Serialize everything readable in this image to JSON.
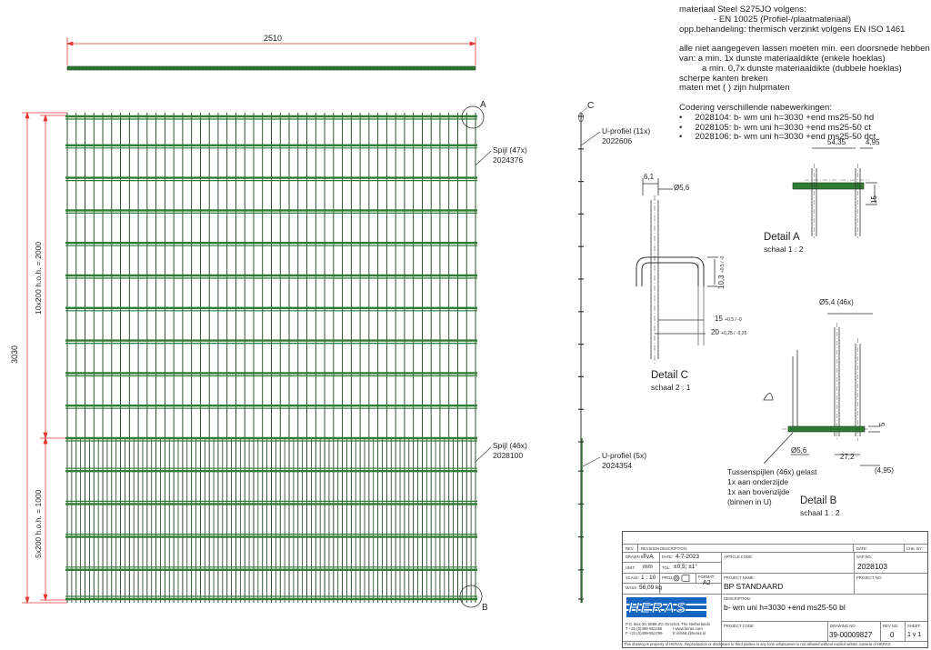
{
  "notes": {
    "lines": [
      "materiaal Steel S275JO volgens:",
      "- EN 10025 (Profiel-/plaatmateriaal)",
      "opp.behandeling: thermisch verzinkt volgens EN ISO 1461",
      "",
      "alle niet aangegeven lassen moeten min. een doorsnede hebben",
      "van:    a min. 1x dunste materiaaldikte (enkele hoeklas)",
      "a min. 0,7x dunste materiaaldikte (dubbele hoeklas)",
      "scherpe kanten breken",
      "maten met ( ) zijn hulpmaten",
      "",
      "Codering verschillende nabewerkingen:",
      "2028104: b- wm uni h=3030 +end ms25-50 hd",
      "2028105: b- wm uni h=3030 +end ms25-50 ct",
      "2028106: b- wm uni h=3030 +end ms25-50 dct"
    ],
    "bullet": "•"
  },
  "drawing": {
    "dim_width": "2510",
    "dim_height": "3030",
    "dim_upper": "10x200 h.o.h. = 2000",
    "dim_lower": "5x200 h.o.h. = 1000",
    "label_A": "A",
    "label_B": "B",
    "label_C": "C",
    "callout_spijl47": "Spijl (47x)",
    "code_spijl47": "2024376",
    "callout_spijl46": "Spijl (46x)",
    "code_spijl46": "2028100",
    "callout_uprofiel11": "U-profiel (11x)",
    "code_uprofiel11": "2022606",
    "callout_uprofiel5": "U-profiel (5x)",
    "code_uprofiel5": "2024354"
  },
  "detail_c": {
    "title": "Detail C",
    "scale": "schaal 2 : 1",
    "dim_61": "6,1",
    "dim_56": "Ø5,6",
    "dim_103": "10,3",
    "tol_103": "+0,5 / -0",
    "dim_15": "15",
    "tol_15": "+0,5 / -0",
    "dim_20": "20",
    "tol_20": "+0,25 / -0,25"
  },
  "detail_a": {
    "title": "Detail A",
    "scale": "schaal 1 : 2",
    "dim_5435": "54,35",
    "dim_495": "4,95",
    "dim_15": "15"
  },
  "detail_b": {
    "title": "Detail B",
    "scale": "schaal 1 : 2",
    "dim_54": "Ø5,4 (46x)",
    "dim_56": "Ø5,6",
    "dim_272": "27,2",
    "dim_495": "(4,95)",
    "dim_5": "5",
    "note1": "Tussenspijlen (46x) gelast",
    "note2": "1x aan onderzijde",
    "note3": "1x aan bovenzijde",
    "note4": "(binnen in U)"
  },
  "titleblock": {
    "rev_label": "REV.",
    "revision_description_label": "REVISION DESCRIPTION:",
    "date_label": "DATE:",
    "chk_by_label": "CHK. BY:",
    "drawn_by_label": "DRAWN BY:",
    "drawn_by": "TvA",
    "date_label2": "DATE:",
    "date": "4-7-2023",
    "article_code_label": "ARTICLE CODE:",
    "sap_no_label": "SAP NO:",
    "sap_no": "2028103",
    "unit_label": "UNIT:",
    "unit": "mm",
    "tol_label": "TOL:",
    "tol": "±0,5; ±1°",
    "scale_label": "SCALE:",
    "scale": "1 : 10",
    "proj_label": "PROJ.:",
    "format_label": "FORMAT:",
    "format": "A2",
    "project_name_label": "PROJECT NAME:",
    "project_name": "BP STANDAARD",
    "project_no_label": "PROJECT NO:",
    "mass_label": "MASS:",
    "mass": "56,09 kg",
    "description_label": "DESCRIPTION:",
    "description": "b- wm uni h=3030 +end ms25-50 bl",
    "logo_text": "HERAS",
    "address1": "P.O. Box 30, 5688 ZG Oirschot, The Netherlands",
    "address_t": "T +31 (0)499-551255",
    "address_f": "F +31 (0)499-551799",
    "address_i": "I www.heras.com",
    "address_e": "E infoNL@heras.nl",
    "project_code_label": "PROJECT CODE:",
    "drawing_no_label": "DRAWING NO:",
    "drawing_no": "39-00009827",
    "rev_no_label": "REV NO:",
    "rev_no": "0",
    "sheet_label": "SHEET:",
    "sheet": "1 v 1",
    "footer": "This drawing is property of HERAS. Reproduction or disclosure to third parties in any form whatsoever is not allowed without explicit written consent of HERAS"
  },
  "colors": {
    "wire": "#2e7d32",
    "wire_dark": "#1b3a1c",
    "dim": "#e53935",
    "line": "#333333"
  }
}
